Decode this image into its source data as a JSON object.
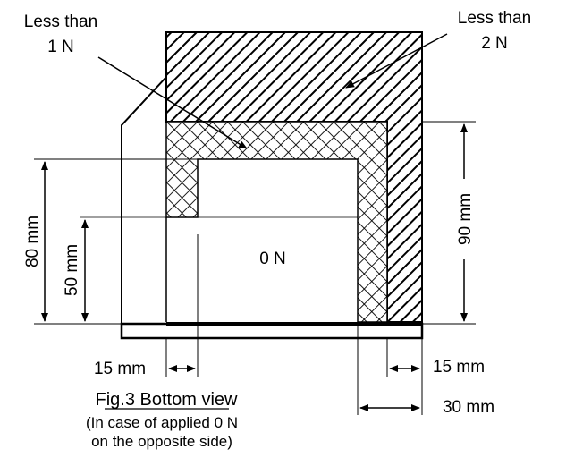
{
  "labels": {
    "zone_1n_line1": "Less than",
    "zone_1n_line2": "1 N",
    "zone_2n_line1": "Less than",
    "zone_2n_line2": "2 N",
    "zone_0n": "0 N"
  },
  "dimensions": {
    "d80": "80 mm",
    "d50": "50 mm",
    "d90": "90 mm",
    "d15_left": "15 mm",
    "d15_right": "15 mm",
    "d30": "30 mm"
  },
  "caption": {
    "title": "Fig.3 Bottom view",
    "sub_line1": "(In case of applied 0 N",
    "sub_line2": "on the opposite side)"
  }
}
